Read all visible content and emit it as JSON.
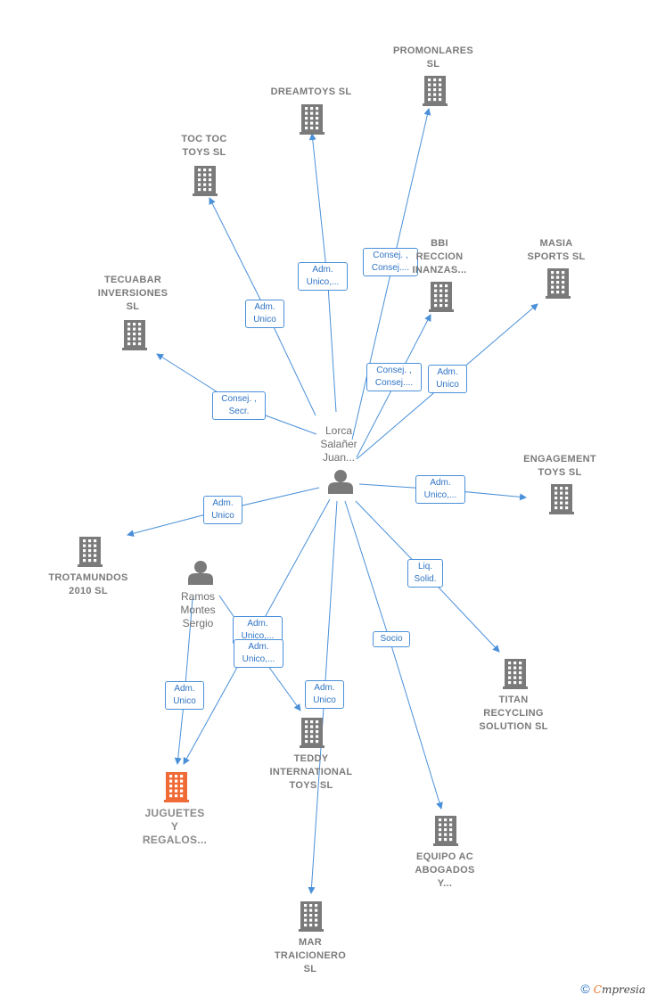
{
  "nodes": [
    {
      "id": "center",
      "kind": "person",
      "label": "Lorca\nSalañer\nJuan..."
    },
    {
      "id": "ramos",
      "kind": "person",
      "label": "Ramos\nMontes\nSergio"
    },
    {
      "id": "promonlares",
      "kind": "company",
      "label": "PROMONLARES\nSL"
    },
    {
      "id": "dreamtoys",
      "kind": "company",
      "label": "DREAMTOYS SL"
    },
    {
      "id": "toctoc",
      "kind": "company",
      "label": "TOC TOC\nTOYS  SL"
    },
    {
      "id": "bbi",
      "kind": "company",
      "label": "BBI\nRECCION\nINANZAS..."
    },
    {
      "id": "masia",
      "kind": "company",
      "label": "MASIA\nSPORTS  SL"
    },
    {
      "id": "tecuabar",
      "kind": "company",
      "label": "TECUABAR\nINVERSIONES\nSL"
    },
    {
      "id": "engagement",
      "kind": "company",
      "label": "ENGAGEMENT\nTOYS  SL"
    },
    {
      "id": "trotamundos",
      "kind": "company",
      "label": "TROTAMUNDOS\n2010 SL"
    },
    {
      "id": "titan",
      "kind": "company",
      "label": "TITAN\nRECYCLING\nSOLUTION  SL"
    },
    {
      "id": "teddy",
      "kind": "company",
      "label": "TEDDY\nINTERNATIONAL\nTOYS  SL"
    },
    {
      "id": "juguetes",
      "kind": "company-focus",
      "label": "JUGUETES\nY\nREGALOS..."
    },
    {
      "id": "equipo",
      "kind": "company",
      "label": "EQUIPO AC\nABOGADOS\nY..."
    },
    {
      "id": "mar",
      "kind": "company",
      "label": "MAR\nTRAICIONERO\nSL"
    }
  ],
  "edges": [
    {
      "from": "center",
      "to": "promonlares",
      "label": "Consej. ,\nConsej...."
    },
    {
      "from": "center",
      "to": "dreamtoys",
      "label": "Adm.\nUnico,..."
    },
    {
      "from": "center",
      "to": "toctoc",
      "label": "Adm.\nUnico"
    },
    {
      "from": "center",
      "to": "bbi",
      "label": "Consej. ,\nConsej...."
    },
    {
      "from": "center",
      "to": "masia",
      "label": "Adm.\nUnico"
    },
    {
      "from": "center",
      "to": "tecuabar",
      "label": "Consej. ,\nSecr."
    },
    {
      "from": "center",
      "to": "engagement",
      "label": "Adm.\nUnico,..."
    },
    {
      "from": "center",
      "to": "trotamundos",
      "label": "Adm.\nUnico"
    },
    {
      "from": "center",
      "to": "titan",
      "label": "Liq.\nSolid."
    },
    {
      "from": "center",
      "to": "juguetes",
      "label": "Adm.\nUnico,..."
    },
    {
      "from": "center",
      "to": "equipo",
      "label": "Socio"
    },
    {
      "from": "center",
      "to": "mar",
      "label": "Adm.\nUnico"
    },
    {
      "from": "ramos",
      "to": "teddy",
      "label": "Adm.\nUnico,..."
    },
    {
      "from": "ramos",
      "to": "juguetes",
      "label": "Adm.\nUnico"
    }
  ],
  "colors": {
    "edge": "#4a90d9",
    "icon": "#7a7a7a",
    "focus_icon": "#f06a35",
    "label_text": "#7a7a7a",
    "edge_label_text": "#2e74c4"
  },
  "footer": {
    "copyright_symbol": "©",
    "brand_initial": "C",
    "brand_rest": "mpresia"
  }
}
